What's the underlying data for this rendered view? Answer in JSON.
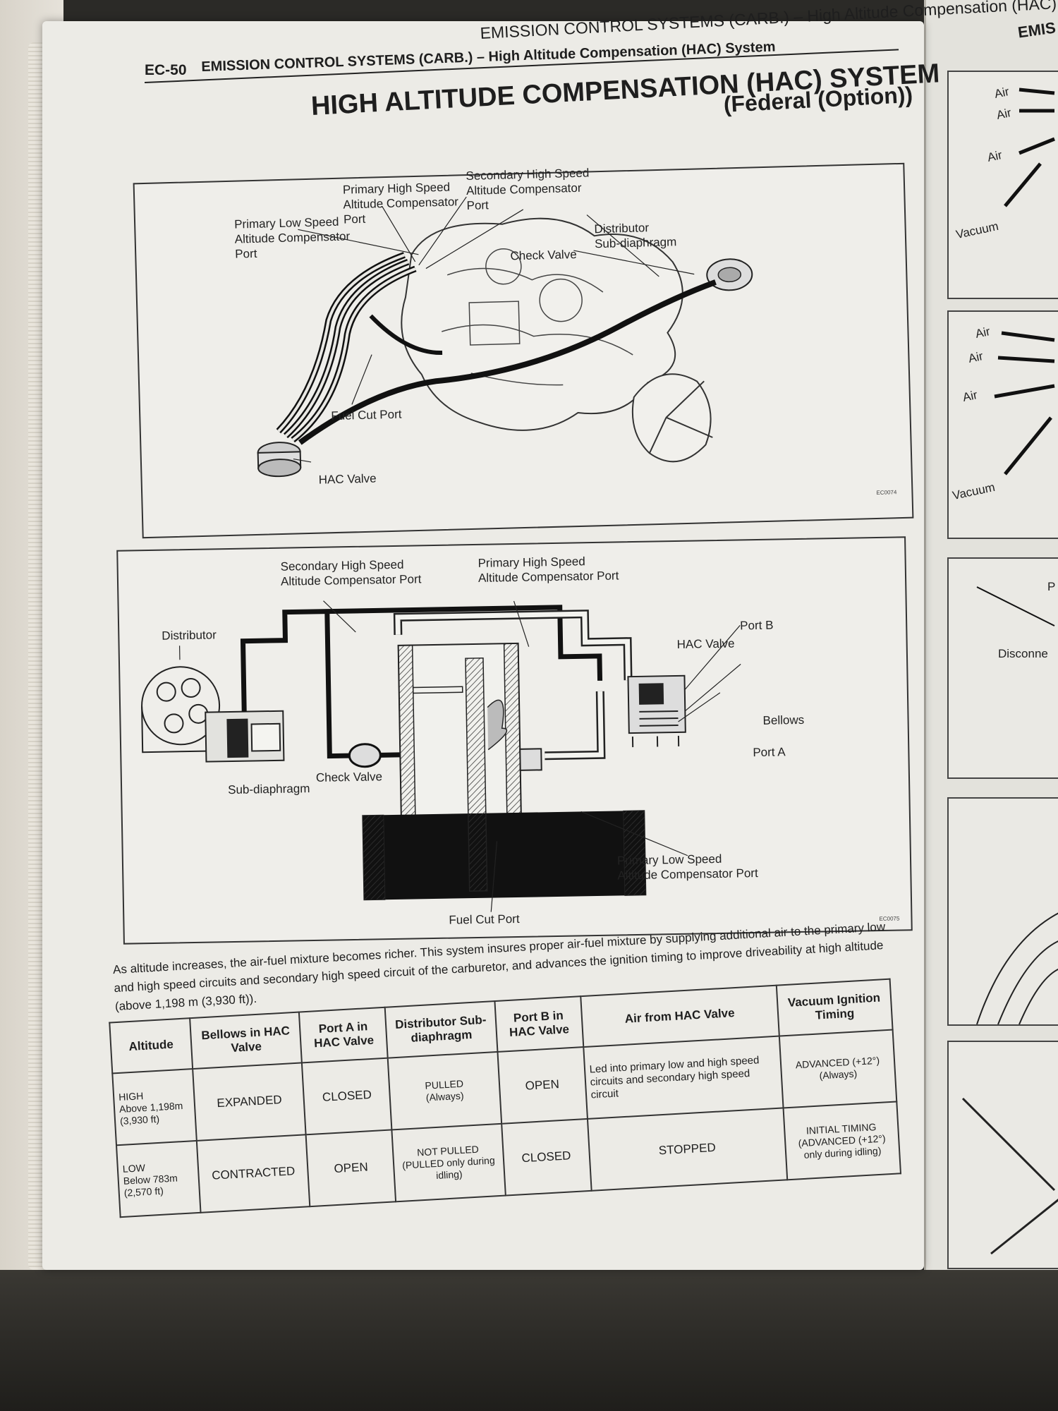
{
  "header": {
    "running_head": "EMISSION CONTROL SYSTEMS (CARB.) – High Altitude Compensation (HAC) System",
    "page_number": "EC-50",
    "section_title": "EMISSION CONTROL SYSTEMS (CARB.) – High Altitude Compensation (HAC) System",
    "title": "HIGH ALTITUDE COMPENSATION (HAC) SYSTEM",
    "subtitle": "(Federal (Option))"
  },
  "diagram_top": {
    "labels": {
      "primary_low": "Primary Low Speed\nAltitude Compensator\nPort",
      "primary_high": "Primary High Speed\nAltitude Compensator\nPort",
      "secondary_high": "Secondary High Speed\nAltitude Compensator\nPort",
      "distributor_sub": "Distributor\nSub-diaphragm",
      "check_valve": "Check Valve",
      "fuel_cut": "Fuel Cut Port",
      "hac_valve": "HAC Valve"
    },
    "code": "EC0074"
  },
  "diagram_bottom": {
    "labels": {
      "secondary_high": "Secondary High Speed\nAltitude Compensator Port",
      "primary_high": "Primary High Speed\nAltitude Compensator Port",
      "distributor": "Distributor",
      "port_b": "Port B",
      "hac_valve": "HAC Valve",
      "bellows": "Bellows",
      "port_a": "Port A",
      "check_valve": "Check Valve",
      "sub_diaphragm": "Sub-diaphragm",
      "primary_low": "Primary Low Speed\nAltitude Compensator Port",
      "fuel_cut": "Fuel Cut Port"
    },
    "code": "EC0075"
  },
  "description": "As altitude increases, the air-fuel mixture becomes richer. This system insures proper air-fuel mixture by supplying additional air to the primary low and high speed circuits and secondary high speed circuit of the carburetor, and advances the ignition timing to improve driveability at high altitude (above 1,198 m (3,930 ft)).",
  "table": {
    "headers": [
      "Altitude",
      "Bellows in HAC Valve",
      "Port A in HAC Valve",
      "Distributor Sub-diaphragm",
      "Port B in HAC Valve",
      "Air from HAC Valve",
      "Vacuum Ignition Timing"
    ],
    "rows": [
      {
        "altitude_main": "HIGH",
        "altitude_sub": "Above 1,198m (3,930 ft)",
        "bellows": "EXPANDED",
        "port_a": "CLOSED",
        "sub_diaphragm": "PULLED",
        "sub_diaphragm_note": "(Always)",
        "port_b": "OPEN",
        "air": "Led into primary low and high speed circuits and secondary high speed circuit",
        "timing": "ADVANCED (+12°)",
        "timing_note": "(Always)"
      },
      {
        "altitude_main": "LOW",
        "altitude_sub": "Below 783m (2,570 ft)",
        "bellows": "CONTRACTED",
        "port_a": "OPEN",
        "sub_diaphragm": "NOT PULLED",
        "sub_diaphragm_note": "(PULLED only during idling)",
        "port_b": "CLOSED",
        "air": "STOPPED",
        "timing": "INITIAL TIMING",
        "timing_note": "(ADVANCED (+12°) only during idling)"
      }
    ]
  },
  "right_page": {
    "header": "EMIS",
    "labels": [
      "Air",
      "Air",
      "Air",
      "Vacuum",
      "Air",
      "Air",
      "Air",
      "Vacuum",
      "P",
      "Disconne"
    ]
  }
}
